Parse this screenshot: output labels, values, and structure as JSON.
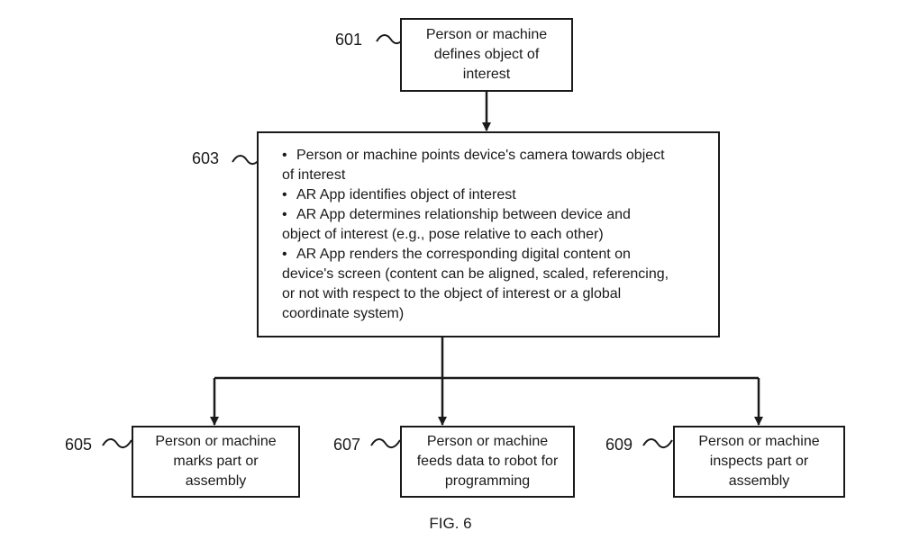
{
  "diagram": {
    "nodes": [
      {
        "id": "601",
        "ref": "601",
        "lines": [
          "Person or machine",
          "defines object of",
          "interest"
        ]
      },
      {
        "id": "603",
        "ref": "603",
        "bullets": [
          [
            "Person or machine points device's camera towards object",
            "of interest"
          ],
          [
            "AR App identifies object of interest"
          ],
          [
            "AR App determines relationship between device and",
            "object of interest (e.g., pose relative to each other)"
          ],
          [
            "AR App renders the corresponding digital content on",
            "device's screen (content can be aligned, scaled, referencing,",
            "or not with respect to the object of interest or a global",
            "coordinate system)"
          ]
        ]
      },
      {
        "id": "605",
        "ref": "605",
        "lines": [
          "Person or machine",
          "marks part or",
          "assembly"
        ]
      },
      {
        "id": "607",
        "ref": "607",
        "lines": [
          "Person or machine",
          "feeds data to robot for",
          "programming"
        ]
      },
      {
        "id": "609",
        "ref": "609",
        "lines": [
          "Person or machine",
          "inspects part or",
          "assembly"
        ]
      }
    ],
    "edges": [
      {
        "from": "601",
        "to": "603"
      },
      {
        "from": "603",
        "to": "605"
      },
      {
        "from": "603",
        "to": "607"
      },
      {
        "from": "603",
        "to": "609"
      }
    ],
    "bullet_symbol": "•",
    "figure_label": "FIG. 6"
  }
}
